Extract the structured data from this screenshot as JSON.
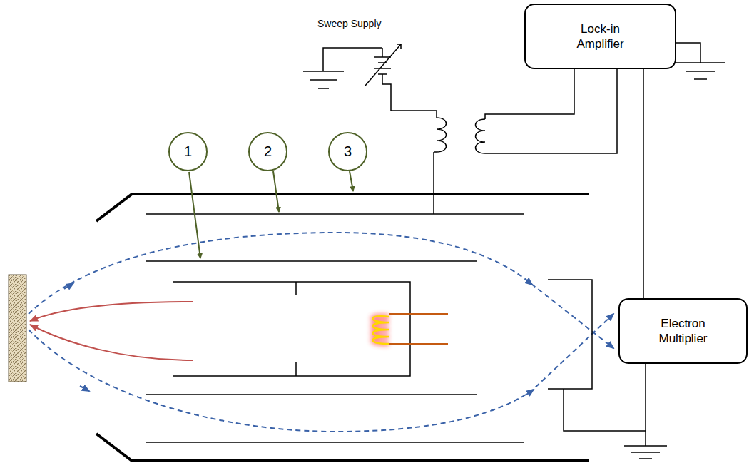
{
  "diagram": {
    "nodes": [
      {
        "text": [
          "Lock-in Amplifier"
        ]
      },
      {
        "text": [
          "1"
        ]
      },
      {
        "text": [
          "2"
        ]
      },
      {
        "text": [
          "3"
        ]
      },
      {
        "text": [
          "Electron Multiplier"
        ]
      }
    ],
    "edges": [
      {
        "from": 0,
        "to": 4,
        "arrow": "none"
      }
    ],
    "labels": [
      "Sweep Supply"
    ]
  }
}
